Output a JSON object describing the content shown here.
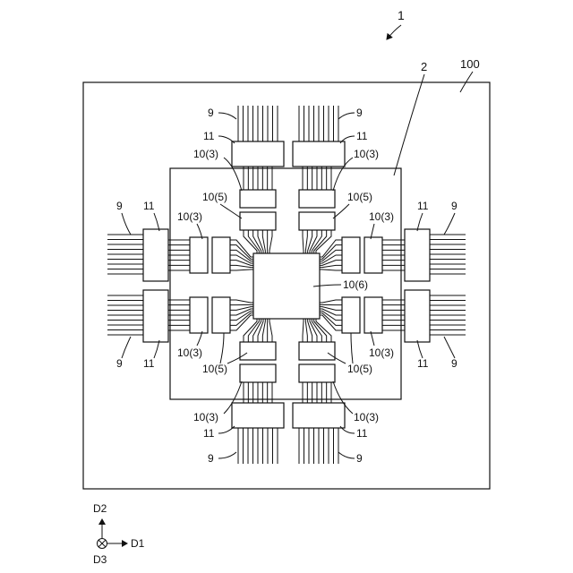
{
  "figure": {
    "ref_main": "1",
    "ref_board": "100",
    "ref_substrate": "2",
    "label_cable": "9",
    "label_connector": "11",
    "label_comp3": "10(3)",
    "label_comp5": "10(5)",
    "label_comp6": "10(6)",
    "axis_d1": "D1",
    "axis_d2": "D2",
    "axis_d3": "D3"
  }
}
